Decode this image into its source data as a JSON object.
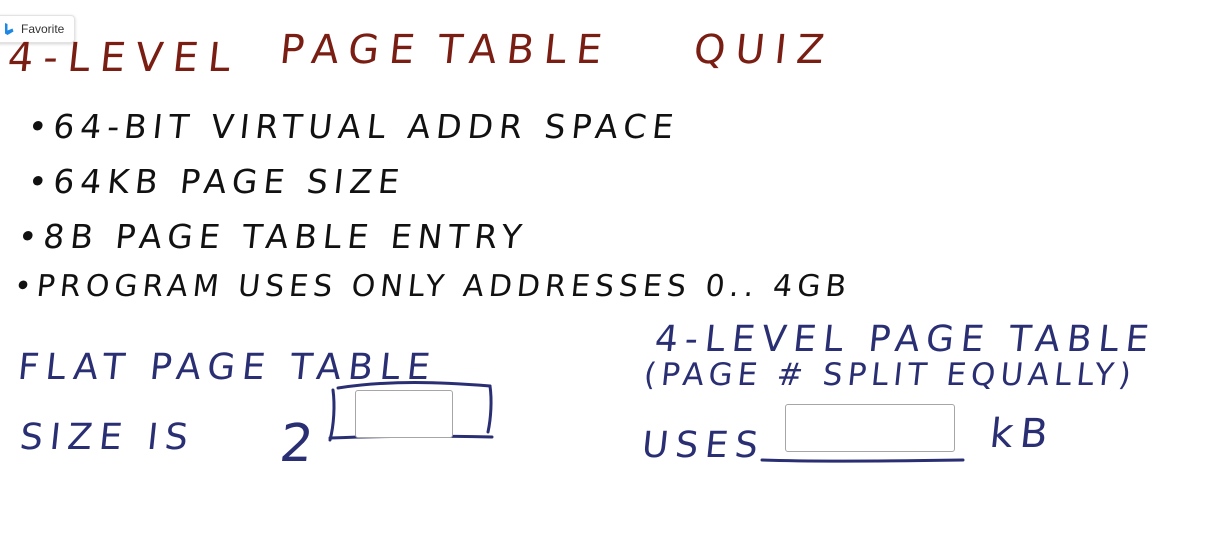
{
  "favorite": {
    "label": "Favorite",
    "icon": "bing-b-icon",
    "icon_color": "#1e88e5"
  },
  "title": {
    "line1": "4-LEVEL",
    "line2": "PAGE",
    "line3": "TABLE",
    "line4": "QUIZ",
    "color": "#7a1e14"
  },
  "bullets": {
    "items": [
      {
        "bullet": "•",
        "text": "64-BIT   VIRTUAL   ADDR   SPACE"
      },
      {
        "bullet": "•",
        "text": "64KB   PAGE   SIZE"
      },
      {
        "bullet": "•",
        "text": "8B   PAGE   TABLE   ENTRY"
      },
      {
        "bullet": "•",
        "text": "PROGRAM   USES   ONLY   ADDRESSES   0.. 4GB"
      }
    ],
    "color": "#111111"
  },
  "flat": {
    "line1": "FLAT   PAGE   TABLE",
    "line2a": "SIZE   IS",
    "base": "2",
    "exponent_value": "",
    "color": "#2a2f74"
  },
  "multi": {
    "line1": "4-LEVEL   PAGE   TABLE",
    "line2": "(PAGE #   SPLIT   EQUALLY)",
    "uses": "USES",
    "answer_value": "",
    "unit": "kB",
    "color": "#2a2f74"
  }
}
